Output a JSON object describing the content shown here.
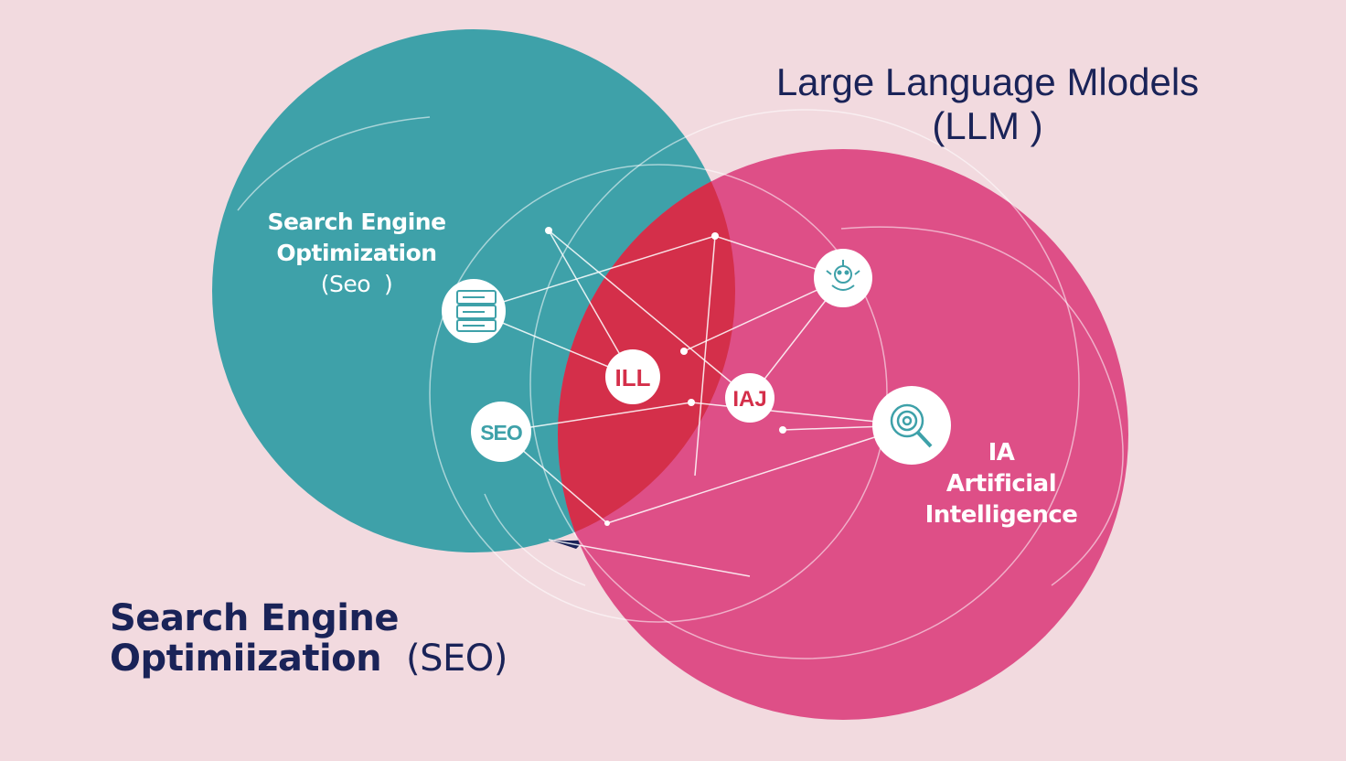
{
  "colors": {
    "background": "#f2dadf",
    "seo_circle": "#3ea1a9",
    "ai_circle": "#de4f87",
    "overlap": "#d42f4a",
    "text_dark": "#1a2358",
    "node_fill": "#ffffff",
    "line": "#ffffff"
  },
  "llm_title": {
    "line1": "Large Language Mlodels",
    "line2": "(LLM  )"
  },
  "seo_circle_label": {
    "line1": "Search Engine",
    "line2": "Optimization",
    "line3": "(Seo  )"
  },
  "seo_bottom_label": {
    "line1": "Search Engine",
    "line2_main": "Optimiization  ",
    "line2_paren": "(SEO)"
  },
  "ai_label": {
    "line1": "IA",
    "line2": "Artificial",
    "line3": "Intelligence"
  },
  "nodes": {
    "ill": "ILL",
    "iai": "IAJ",
    "seo": "SEO",
    "server_icon": "server-rack-icon",
    "robot_icon": "robot-icon",
    "search_icon": "search-magnifier-icon"
  }
}
